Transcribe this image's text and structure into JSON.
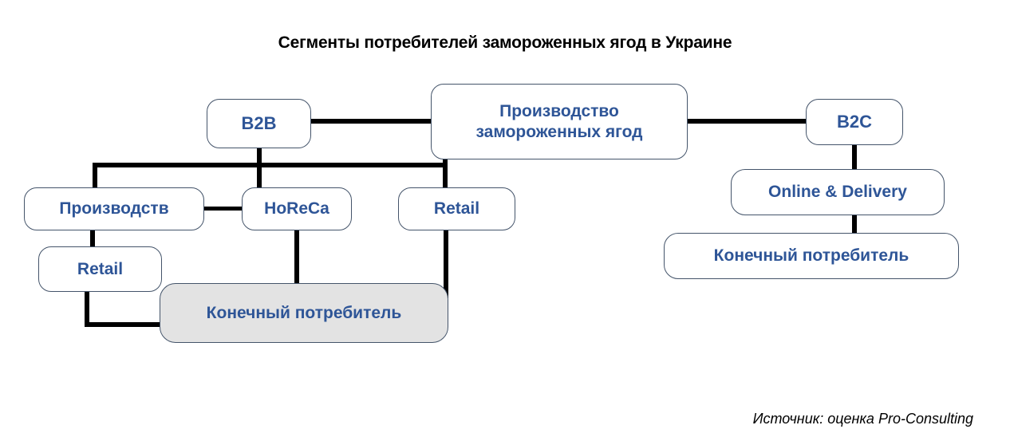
{
  "title": "Сегменты потребителей замороженных ягод в Украине",
  "source": "Источник: оценка Pro-Consulting",
  "colors": {
    "node_text": "#2e5597",
    "node_border": "#44546a",
    "node_fill": "#ffffff",
    "node_fill_highlight": "#e3e3e3",
    "connector": "#000000",
    "title_text": "#000000",
    "background": "#ffffff"
  },
  "nodes": {
    "root": "Производство замороженных ягод",
    "root_line1": "Производство",
    "root_line2": "замороженных ягод",
    "b2b": "B2B",
    "b2c": "B2C",
    "manufacturing": "Производств",
    "horeca": "HoReCa",
    "retail_center": "Retail",
    "retail_left": "Retail",
    "end_consumer_left": "Конечный потребитель",
    "online_delivery": "Online & Delivery",
    "end_consumer_right": "Конечный потребитель"
  },
  "chart_data": {
    "type": "diagram",
    "title": "Сегменты потребителей замороженных ягод в Украине",
    "nodes": [
      {
        "id": "root",
        "label": "Производство замороженных ягод",
        "fill": "#ffffff"
      },
      {
        "id": "b2b",
        "label": "B2B",
        "fill": "#ffffff"
      },
      {
        "id": "b2c",
        "label": "B2C",
        "fill": "#ffffff"
      },
      {
        "id": "manufacturing",
        "label": "Производств",
        "fill": "#ffffff"
      },
      {
        "id": "horeca",
        "label": "HoReCa",
        "fill": "#ffffff"
      },
      {
        "id": "retail_center",
        "label": "Retail",
        "fill": "#ffffff"
      },
      {
        "id": "retail_left",
        "label": "Retail",
        "fill": "#ffffff"
      },
      {
        "id": "end_consumer_left",
        "label": "Конечный потребитель",
        "fill": "#e3e3e3"
      },
      {
        "id": "online_delivery",
        "label": "Online & Delivery",
        "fill": "#ffffff"
      },
      {
        "id": "end_consumer_right",
        "label": "Конечный потребитель",
        "fill": "#ffffff"
      }
    ],
    "edges": [
      {
        "from": "b2b",
        "to": "root"
      },
      {
        "from": "root",
        "to": "b2c"
      },
      {
        "from": "b2b",
        "to": "manufacturing"
      },
      {
        "from": "b2b",
        "to": "horeca"
      },
      {
        "from": "b2b",
        "to": "retail_center"
      },
      {
        "from": "manufacturing",
        "to": "horeca"
      },
      {
        "from": "manufacturing",
        "to": "retail_left"
      },
      {
        "from": "retail_left",
        "to": "end_consumer_left"
      },
      {
        "from": "horeca",
        "to": "end_consumer_left"
      },
      {
        "from": "retail_center",
        "to": "end_consumer_left"
      },
      {
        "from": "b2c",
        "to": "online_delivery"
      },
      {
        "from": "online_delivery",
        "to": "end_consumer_right"
      }
    ]
  }
}
